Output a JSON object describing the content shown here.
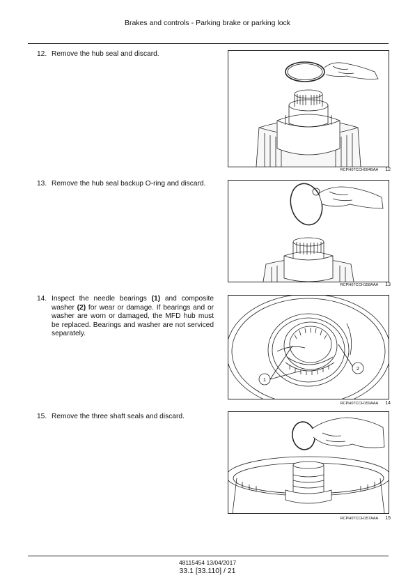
{
  "header": {
    "title": "Brakes and controls - Parking brake or parking lock"
  },
  "steps": [
    {
      "num": "12.",
      "text": "Remove the hub seal and discard.",
      "fig_code": "RCPH07CCH094BAA",
      "fig_num": "12"
    },
    {
      "num": "13.",
      "text": "Remove the hub seal backup O-ring and discard.",
      "fig_code": "RCPH07CCH158AAA",
      "fig_num": "13"
    },
    {
      "num": "14.",
      "text_parts": [
        "Inspect the needle bearings ",
        "(1)",
        " and composite washer ",
        "(2)",
        " for wear or damage. If bearings and or washer are worn or damaged, the MFD hub must be replaced. Bearings and washer are not serviced separately."
      ],
      "callouts": [
        "1",
        "2"
      ],
      "fig_code": "RCPH07CCH159AAA",
      "fig_num": "14"
    },
    {
      "num": "15.",
      "text": "Remove the three shaft seals and discard.",
      "fig_code": "RCPH07CCH157AAA",
      "fig_num": "15"
    }
  ],
  "footer": {
    "doc": "48115454 13/04/2017",
    "page": "33.1 [33.110] / 21"
  }
}
